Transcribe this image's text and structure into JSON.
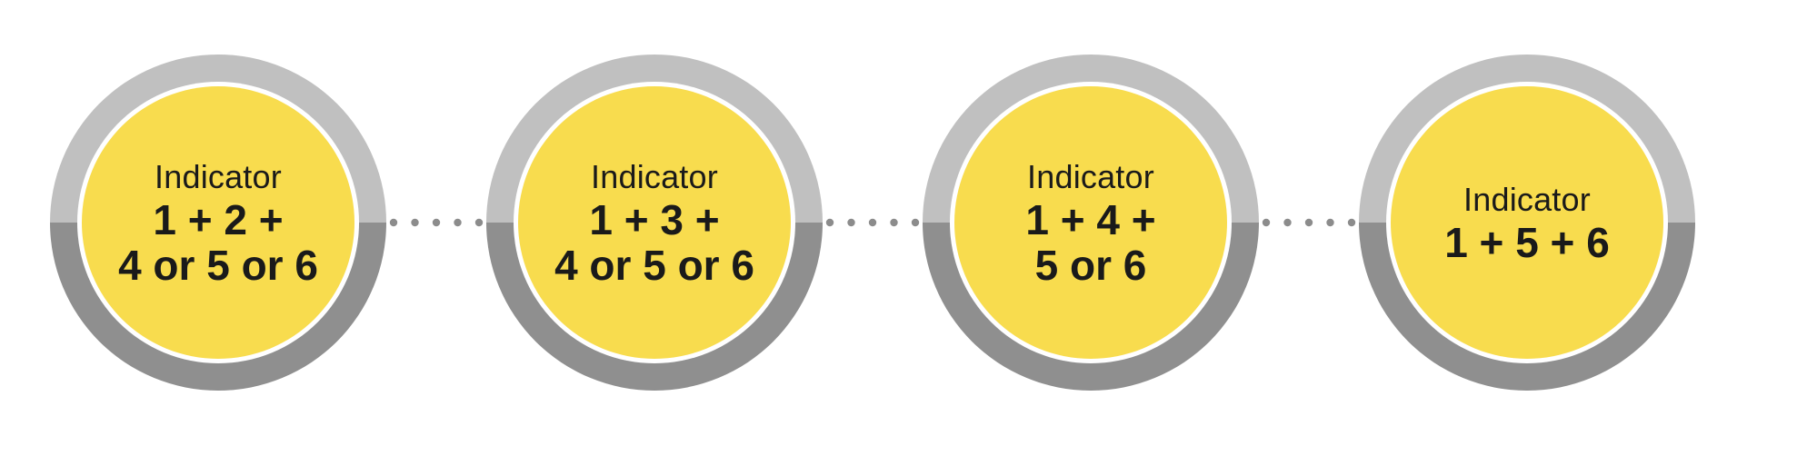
{
  "colors": {
    "ring_top": "#c0c0c0",
    "ring_bottom": "#8f8f8f",
    "inner_border": "#ffffff",
    "fill": "#f8dc4e",
    "connector_dots": "#8c8c8c",
    "text": "#1a1a1a"
  },
  "nodes": [
    {
      "title": "Indicator",
      "lines": [
        "1 + 2 +",
        "4 or 5 or 6"
      ]
    },
    {
      "title": "Indicator",
      "lines": [
        "1 + 3 +",
        "4 or 5 or 6"
      ]
    },
    {
      "title": "Indicator",
      "lines": [
        "1 + 4 +",
        "5 or 6"
      ]
    },
    {
      "title": "Indicator",
      "lines": [
        "1 + 5 + 6"
      ]
    }
  ]
}
